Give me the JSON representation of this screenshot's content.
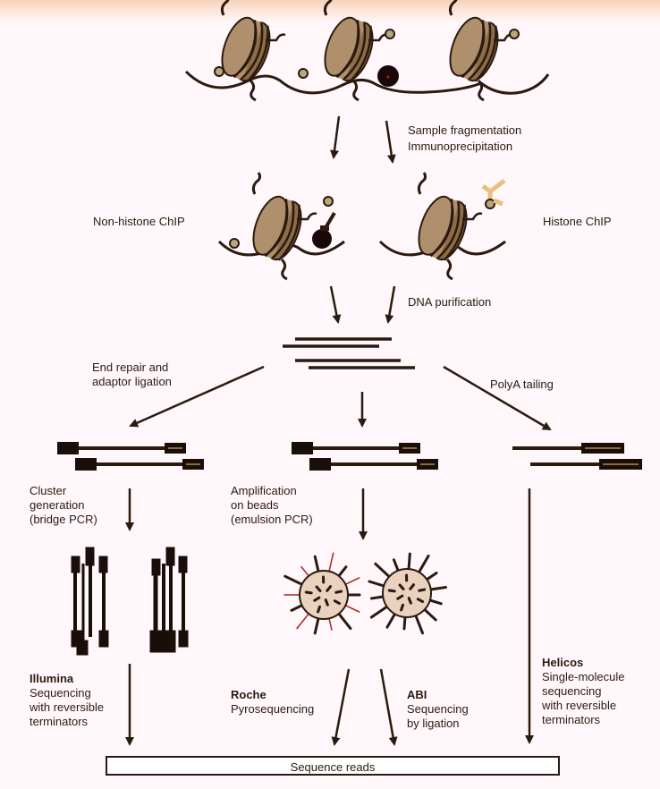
{
  "labels": {
    "fragmentation": "Sample fragmentation",
    "immunoprecipitation": "Immunoprecipitation",
    "non_histone": "Non-histone ChIP",
    "histone": "Histone ChIP",
    "purification": "DNA purification",
    "end_repair_1": "End repair and",
    "end_repair_2": "adaptor ligation",
    "polya": "PolyA tailing",
    "cluster": [
      "Cluster",
      "generation",
      "(bridge PCR)"
    ],
    "amplification": [
      "Amplification",
      "on beads",
      "(emulsion PCR)"
    ],
    "illumina": {
      "name": "Illumina",
      "lines": [
        "Sequencing",
        "with reversible",
        "terminators"
      ]
    },
    "roche": {
      "name": "Roche",
      "lines": [
        "Pyrosequencing"
      ]
    },
    "abi": {
      "name": "ABI",
      "lines": [
        "Sequencing",
        "by ligation"
      ]
    },
    "helicos": {
      "name": "Helicos",
      "lines": [
        "Single-molecule",
        "sequencing",
        "with reversible",
        "terminators"
      ]
    },
    "result": "Sequence reads"
  },
  "colors": {
    "ink": "#2b1a10",
    "histone": "#b0906c",
    "bead": "#ead2bf",
    "accent_red": "#b02020",
    "adaptor": "#8a6a40"
  }
}
